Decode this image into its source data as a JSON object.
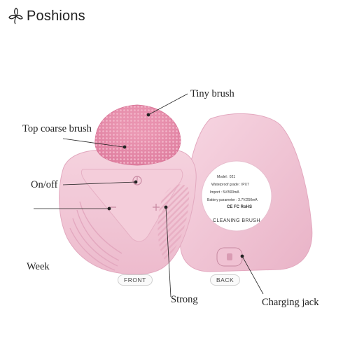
{
  "brand": {
    "name": "Poshions"
  },
  "labels": {
    "tiny_brush": "Tiny brush",
    "top_coarse_brush": "Top coarse brush",
    "on_off": "On/off",
    "week": "Week",
    "strong": "Strong",
    "charging_jack": "Charging jack",
    "front": "FRONT",
    "back": "BACK"
  },
  "back_plate": {
    "model": "Model : 021",
    "waterproof": "Waterproof grade : IPX7",
    "import": "Import : 5V/500mA",
    "battery": "Battery parameter : 3.7V/250mA",
    "marks": "CE FC RoHS",
    "product": "CLEANING BRUSH"
  },
  "colors": {
    "device_pink": "#f2c6d6",
    "device_shadow": "#e2a9bf",
    "bristle_pink": "#e48aa8",
    "label_plate": "#ffffff"
  }
}
